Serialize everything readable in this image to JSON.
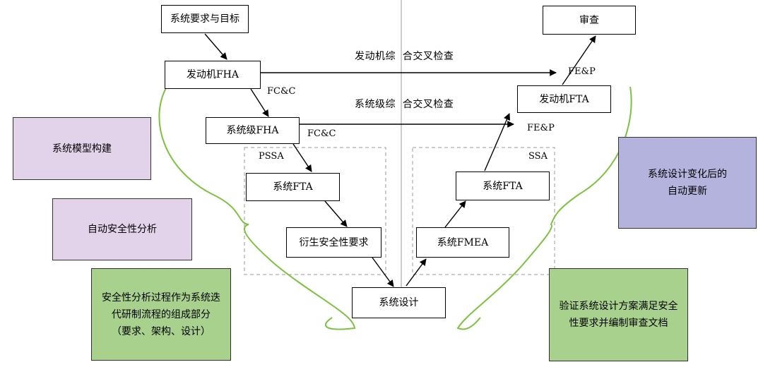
{
  "nodes": {
    "requirements": "系统要求与目标",
    "engine_fha": "发动机FHA",
    "system_fha": "系统级FHA",
    "system_fta_left": "系统FTA",
    "derived_safety": "衍生安全性要求",
    "system_design": "系统设计",
    "system_fmea": "系统FMEA",
    "system_fta_right": "系统FTA",
    "engine_fta": "发动机FTA",
    "review": "审查"
  },
  "labels": {
    "fc_c_1": "FC&C",
    "fc_c_2": "FC&C",
    "fe_p_1": "FE&P",
    "fe_p_2": "FE&P",
    "pssa": "PSSA",
    "ssa": "SSA"
  },
  "annotations": {
    "engine_cross_check": "发动机综  合交叉检查",
    "system_cross_check": "系统级综  合交叉检查"
  },
  "side_boxes": {
    "model_building": "系统模型构建",
    "auto_safety": "自动安全性分析",
    "iteration": "安全性分析过程作为系统迭\n代研制流程的组成部分\n（要求、架构、设计）",
    "auto_update": "系统设计变化后的\n自动更新",
    "verify": "验证系统设计方案满足安全\n性要求并编制审查文档"
  },
  "colors": {
    "purple": "#e2d3ea",
    "blue": "#b3b3dd",
    "green": "#a9d18e",
    "brace": "#7dc142"
  }
}
